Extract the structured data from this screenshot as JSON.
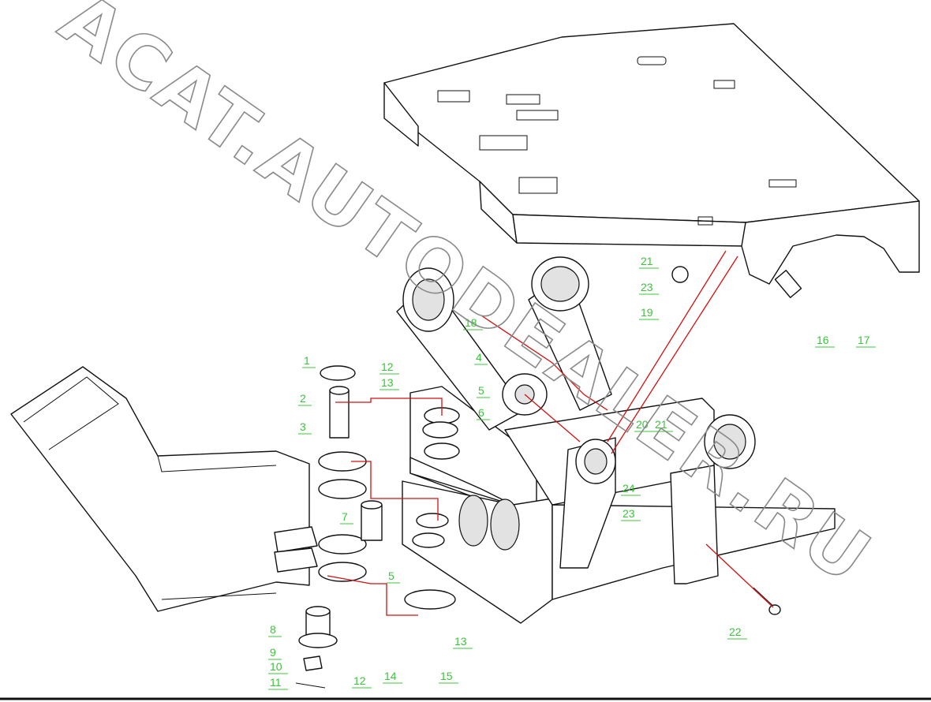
{
  "watermark": "ACAT.AUTODEALER.RU",
  "callouts": [
    "1",
    "2",
    "3",
    "4",
    "5",
    "6",
    "7",
    "5",
    "8",
    "9",
    "10",
    "11",
    "12",
    "13",
    "14",
    "15",
    "13",
    "12",
    "16",
    "17",
    "18",
    "19",
    "20",
    "21",
    "21",
    "22",
    "23",
    "23",
    "24"
  ]
}
